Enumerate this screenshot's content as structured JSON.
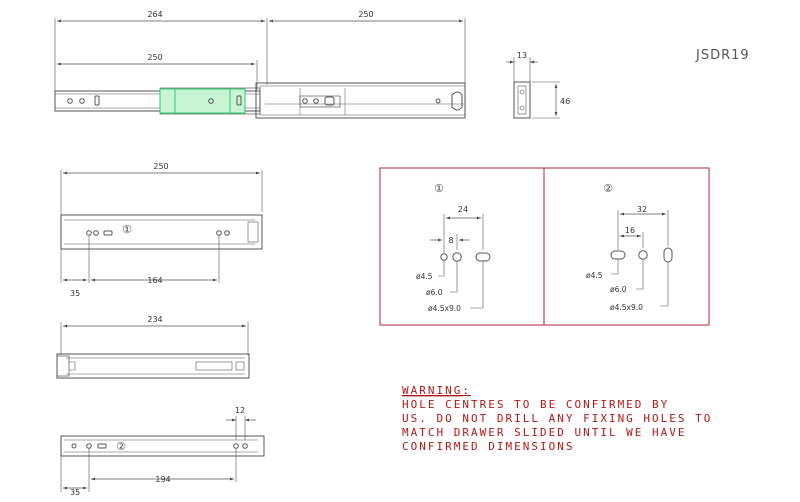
{
  "product_code": "JSDR19",
  "colors": {
    "line": "#555555",
    "dim": "#444444",
    "accent": "#b33a4a",
    "warning": "#b01818",
    "highlight": "#2ecc71"
  },
  "top_view": {
    "overall": "264",
    "extension": "250",
    "rail": "250"
  },
  "end_view": {
    "width": "13",
    "height": "46"
  },
  "side_view_1": {
    "length": "250",
    "marker": "①",
    "hole_offset": "35",
    "hole_spacing": "164"
  },
  "side_view_2": {
    "length": "234"
  },
  "side_view_3": {
    "marker": "②",
    "end_offset": "12",
    "hole_offset": "35",
    "hole_spacing": "194"
  },
  "hole_detail": {
    "left": {
      "marker": "①",
      "spacing_outer": "24",
      "spacing_inner": "8",
      "hole_a": "ø4.5",
      "hole_b": "ø6.0",
      "slot": "ø4.5x9.0"
    },
    "right": {
      "marker": "②",
      "spacing_outer": "32",
      "spacing_inner": "16",
      "hole_a": "ø4.5",
      "hole_b": "ø6.0",
      "slot": "ø4.5x9.0"
    }
  },
  "warning": {
    "title": "WARNING:",
    "lines": [
      "HOLE CENTRES TO BE CONFIRMED BY",
      "US. DO NOT DRILL ANY FIXING HOLES TO",
      "MATCH DRAWER SLIDED UNTIL WE HAVE",
      "CONFIRMED DIMENSIONS"
    ]
  }
}
